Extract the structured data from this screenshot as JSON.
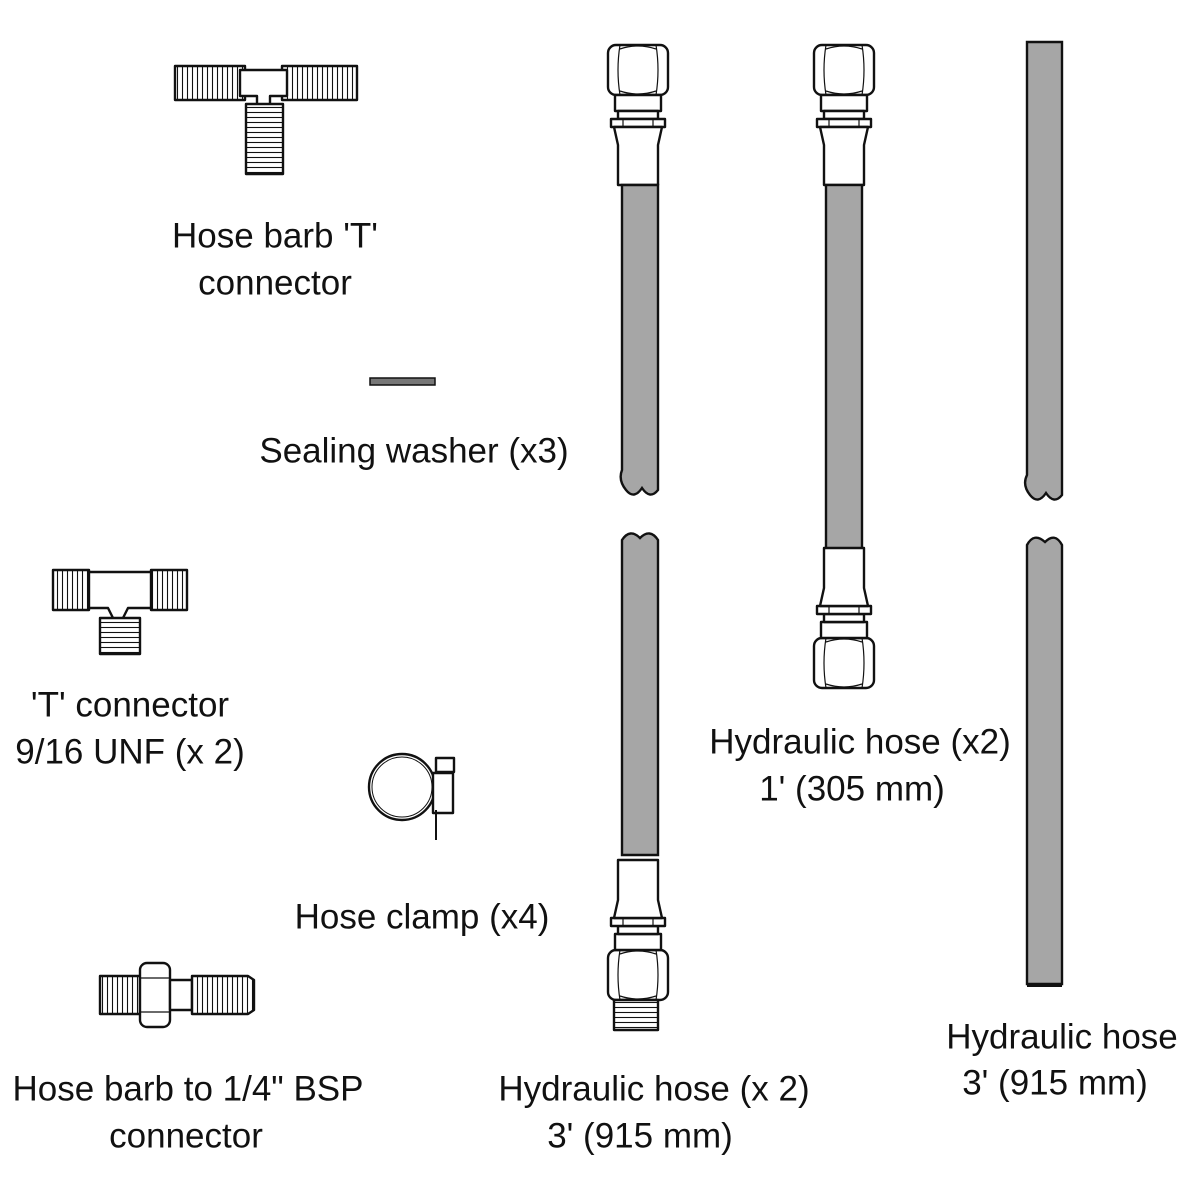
{
  "colors": {
    "hose": "#a6a6a6",
    "outline": "#111111",
    "background": "#ffffff"
  },
  "parts": [
    {
      "id": "hose-barb-t",
      "lines": [
        "Hose barb 'T'",
        "connector"
      ]
    },
    {
      "id": "sealing-washer",
      "lines": [
        "Sealing washer (x3)"
      ]
    },
    {
      "id": "t-connector",
      "lines": [
        "'T' connector",
        "9/16 UNF (x 2)"
      ]
    },
    {
      "id": "hose-clamp",
      "lines": [
        "Hose clamp (x4)"
      ]
    },
    {
      "id": "hose-barb-bsp",
      "lines": [
        "Hose barb to 1/4\" BSP",
        "connector"
      ]
    },
    {
      "id": "hydraulic-hose-3ft-pair",
      "lines": [
        "Hydraulic hose (x 2)",
        "3' (915 mm)"
      ]
    },
    {
      "id": "hydraulic-hose-1ft",
      "lines": [
        "Hydraulic hose (x2)",
        "1' (305 mm)"
      ]
    },
    {
      "id": "hydraulic-hose-3ft",
      "lines": [
        "Hydraulic hose",
        "3' (915 mm)"
      ]
    }
  ]
}
